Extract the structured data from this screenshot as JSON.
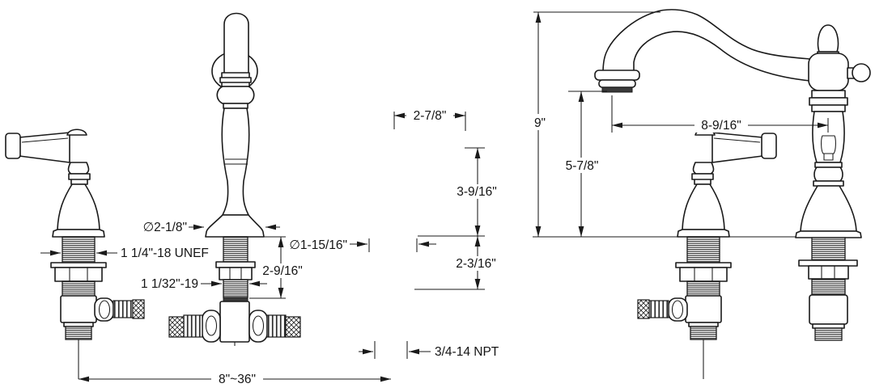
{
  "drawing": {
    "type": "technical-dimension-diagram",
    "subject": "widespread faucet",
    "line_color": "#1a1a1a",
    "background_color": "#ffffff",
    "front_view": {
      "dimensions": {
        "handle_width": "2-7/8\"",
        "handle_height": "3-9/16\"",
        "handle_base_diameter": "∅1-15/16\"",
        "handle_shank_length": "2-3/16\"",
        "handle_shank_thread": "1 1/4\"-18 UNEF",
        "outlet_thread": "3/4-14 NPT",
        "riser_base_diameter": "∅2-1/8\"",
        "riser_shank_length": "2-9/16\"",
        "riser_shank_thread": "1 1/32\"-19",
        "handle_spread": "8\"~36\""
      }
    },
    "side_view": {
      "dimensions": {
        "overall_height": "9\"",
        "spout_clearance": "5-7/8\"",
        "spout_reach": "8-9/16\""
      }
    }
  }
}
